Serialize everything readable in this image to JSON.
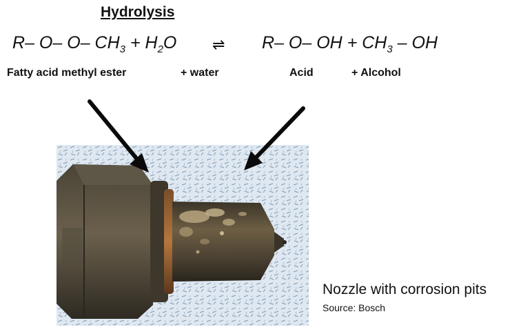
{
  "title": "Hydrolysis",
  "equation": {
    "left": {
      "r": "R",
      "o1": "O",
      "o2": "O",
      "ch": "CH",
      "ch_sub": "3",
      "plus": "+",
      "h": "H",
      "h_sub": "2",
      "o3": "O"
    },
    "arrow": "⇌",
    "right": {
      "r": "R",
      "o1": "O",
      "oh1": "OH",
      "plus": "+",
      "ch": "CH",
      "ch_sub": "3",
      "oh2": "OH"
    }
  },
  "labels": {
    "ester": "Fatty acid methyl ester",
    "water": "+ water",
    "acid": "Acid",
    "alcohol": "+ Alcohol"
  },
  "caption": "Nozzle with corrosion pits",
  "source": "Source: Bosch",
  "colors": {
    "text": "#111111",
    "arrow": "#0a0a0a",
    "nozzle_metal": "#5a4b37",
    "corrosion": "#b9a57f",
    "background_cloth": "#d8e4ef"
  }
}
